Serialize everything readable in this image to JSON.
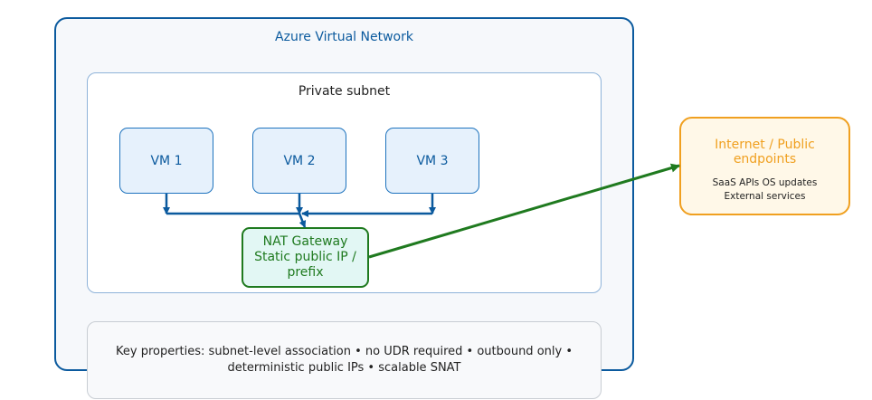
{
  "diagram": {
    "vnet": {
      "title": "Azure Virtual Network"
    },
    "subnet": {
      "title": "Private subnet"
    },
    "vms": [
      {
        "label": "VM 1"
      },
      {
        "label": "VM 2"
      },
      {
        "label": "VM 3"
      }
    ],
    "nat_gateway": {
      "line1": "NAT Gateway",
      "line2": "Static public IP /",
      "line3": "prefix"
    },
    "internet": {
      "title_line1": "Internet / Public",
      "title_line2": "endpoints",
      "detail_line1": "SaaS APIs OS updates",
      "detail_line2": "External services"
    },
    "key_properties": {
      "line1": "Key properties: subnet-level association • no UDR required • outbound only •",
      "line2": "deterministic public IPs • scalable SNAT"
    },
    "colors": {
      "vnet_border": "#0b5a9e",
      "vm_accent": "#1e73be",
      "nat_accent": "#1f7a1f",
      "internet_accent": "#f0a020",
      "flow_arrow_vm": "#0b5a9e",
      "flow_arrow_out": "#1f7a1f"
    },
    "edges": [
      {
        "from": "VM 1",
        "to": "NAT Gateway"
      },
      {
        "from": "VM 2",
        "to": "NAT Gateway"
      },
      {
        "from": "VM 3",
        "to": "NAT Gateway"
      },
      {
        "from": "NAT Gateway",
        "to": "Internet / Public endpoints"
      }
    ]
  }
}
